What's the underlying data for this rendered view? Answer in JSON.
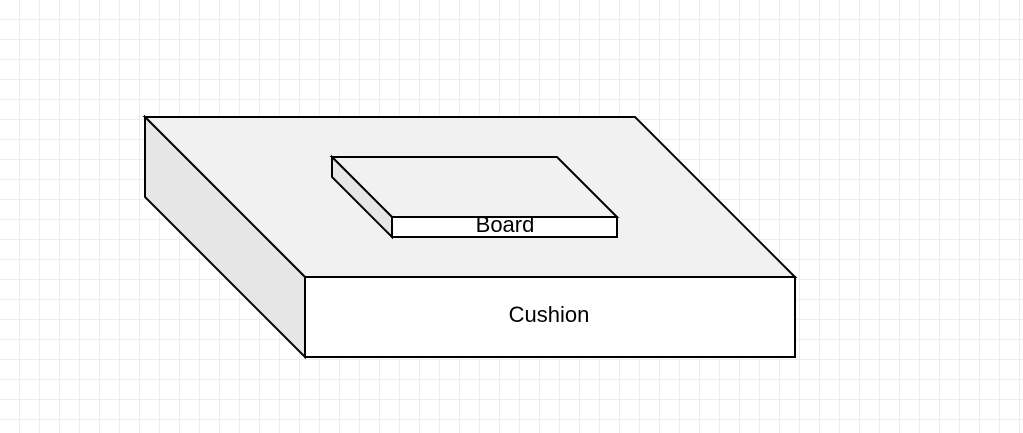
{
  "diagram": {
    "shapes": [
      {
        "id": "cushion",
        "label": "Cushion"
      },
      {
        "id": "board",
        "label": "Board"
      }
    ]
  },
  "colors": {
    "top_face": "#f1f1f1",
    "side_face": "#e6e6e6",
    "front_face": "#ffffff",
    "stroke": "#000000",
    "grid": "#ededed"
  }
}
